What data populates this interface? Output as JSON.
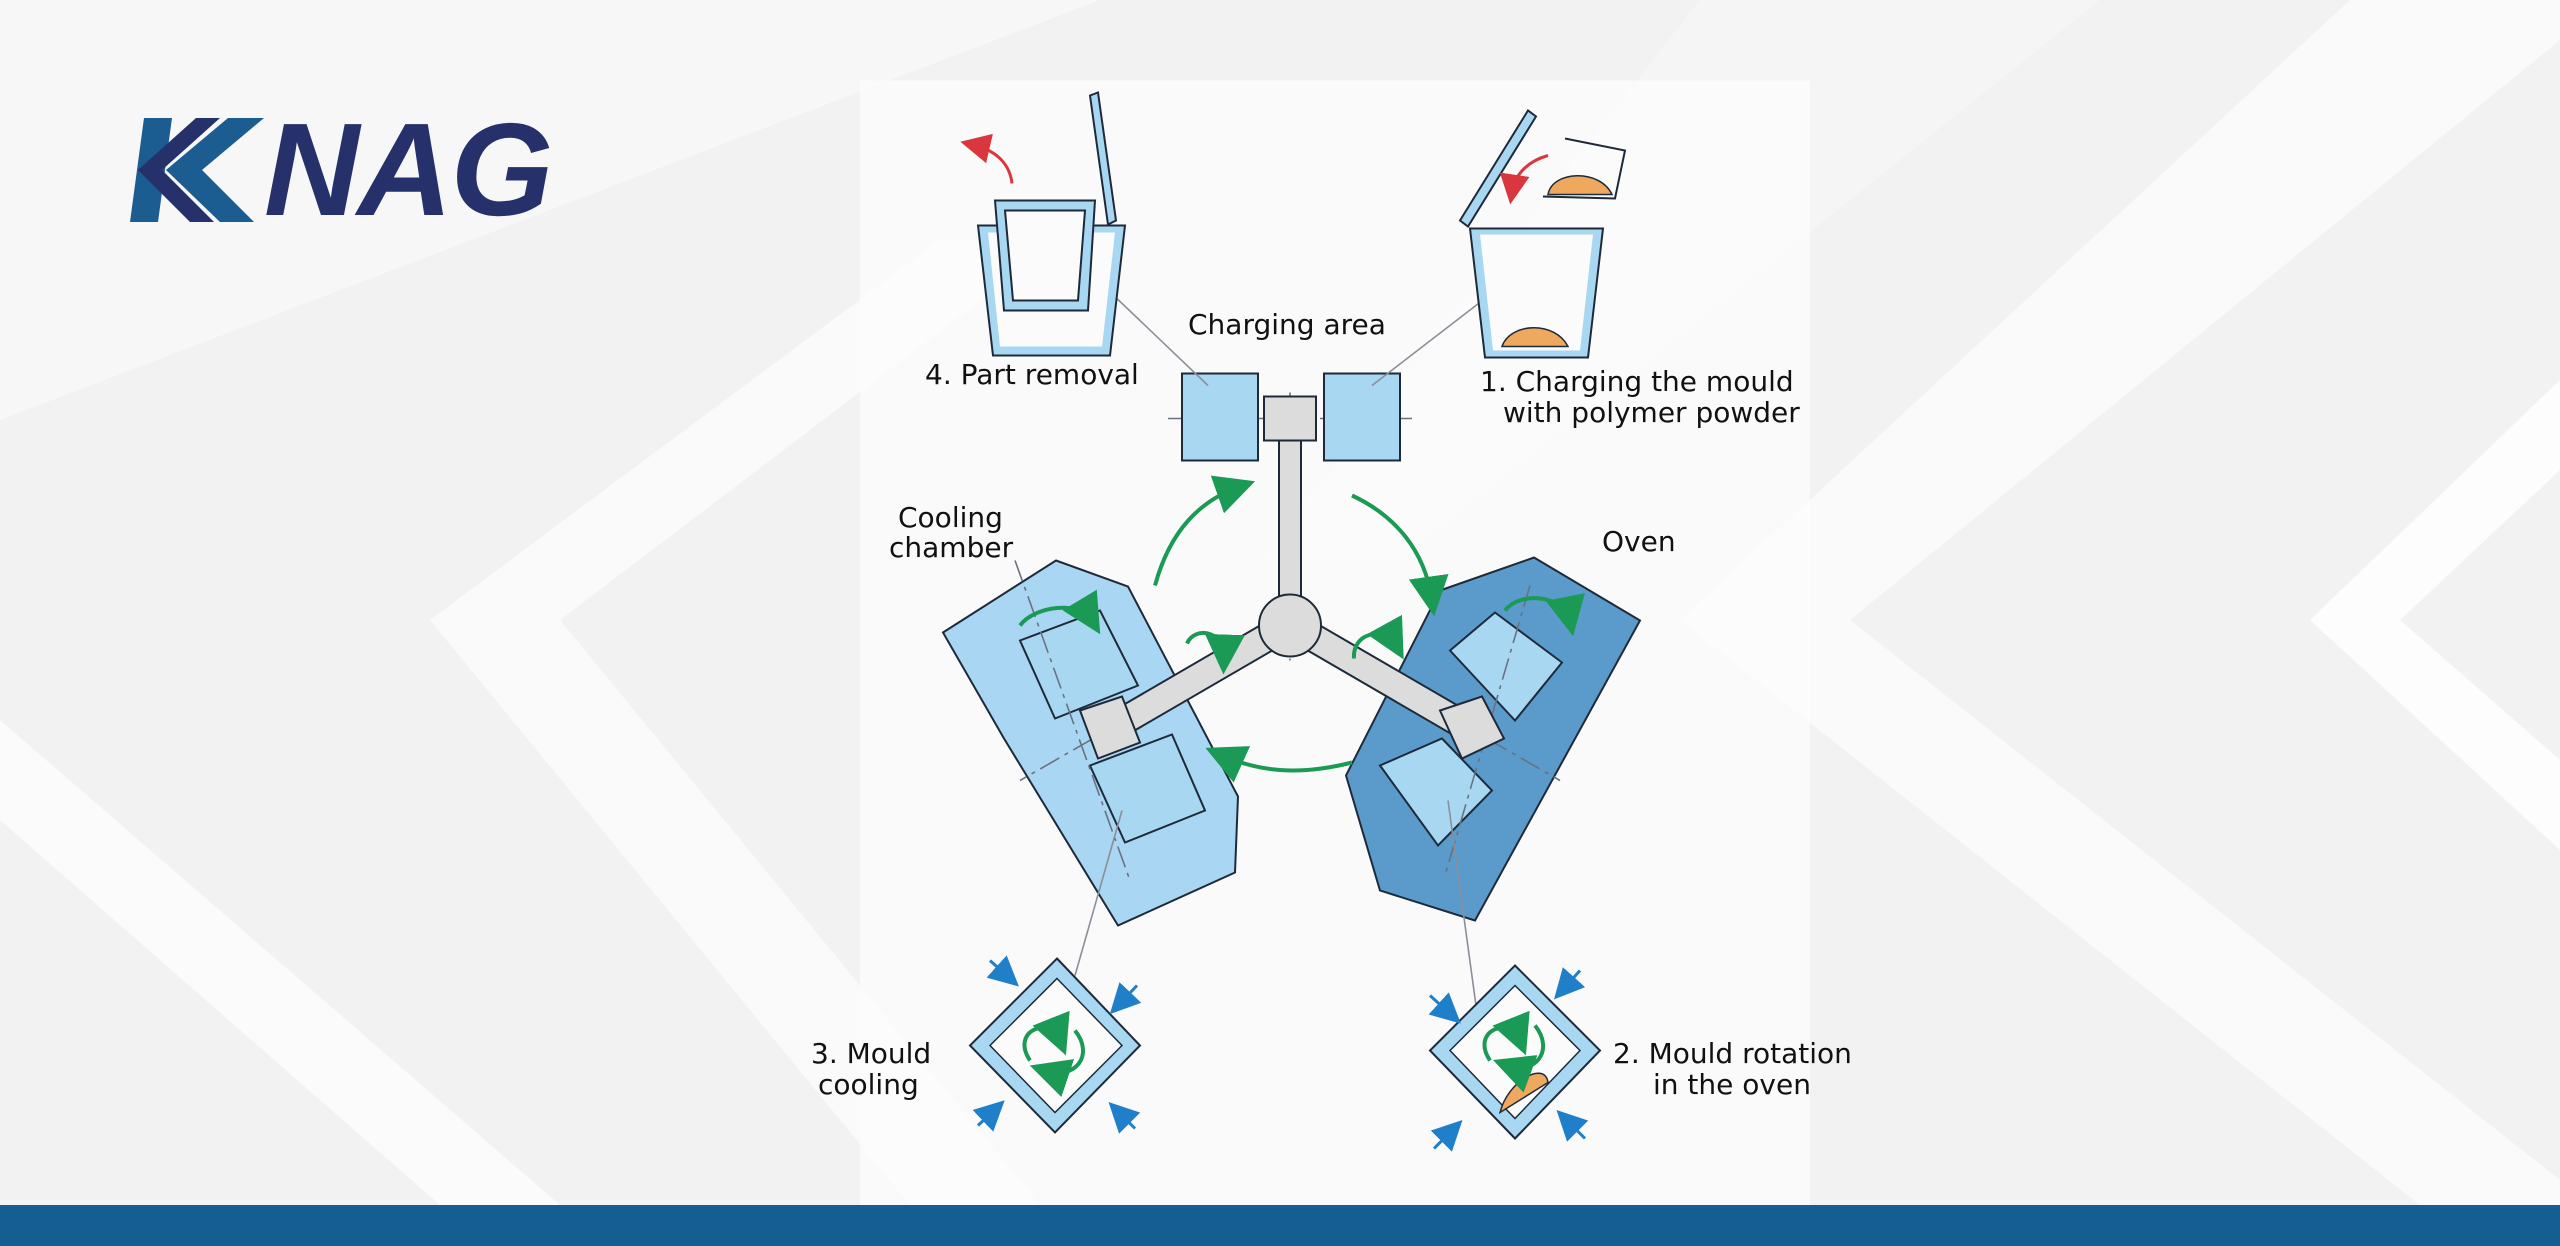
{
  "brand": {
    "logo_text": "NAG",
    "logo_full": "KNAG",
    "logo_color_dark": "#26306b",
    "logo_color_blue": "#1b5c91"
  },
  "colors": {
    "page_bg": "#f3f3f3",
    "footer": "#155e91",
    "chamber_light": "#a9d6f3",
    "oven": "#5b9bcb",
    "mould_box": "#a8d7f2",
    "arrow_green": "#1a9a55",
    "arrow_red": "#d9363e",
    "arrow_blue": "#1f7fc8",
    "powder": "#efa95f",
    "arm_grey": "#dcdcdc"
  },
  "labels": {
    "charging_area": "Charging area",
    "part_removal": "4. Part removal",
    "charging_line1": "1. Charging the mould",
    "charging_line2": "with polymer powder",
    "cooling_line1": "Cooling",
    "cooling_line2": "chamber",
    "oven": "Oven",
    "mould_cooling_line1": "3. Mould",
    "mould_cooling_line2": "cooling",
    "mould_rotation_line1": "2. Mould rotation",
    "mould_rotation_line2": "in the oven"
  },
  "icons": {
    "rotation": "circular-arrow-icon",
    "pressure": "pressure-arrow-icon",
    "lid": "open-lid-icon"
  }
}
